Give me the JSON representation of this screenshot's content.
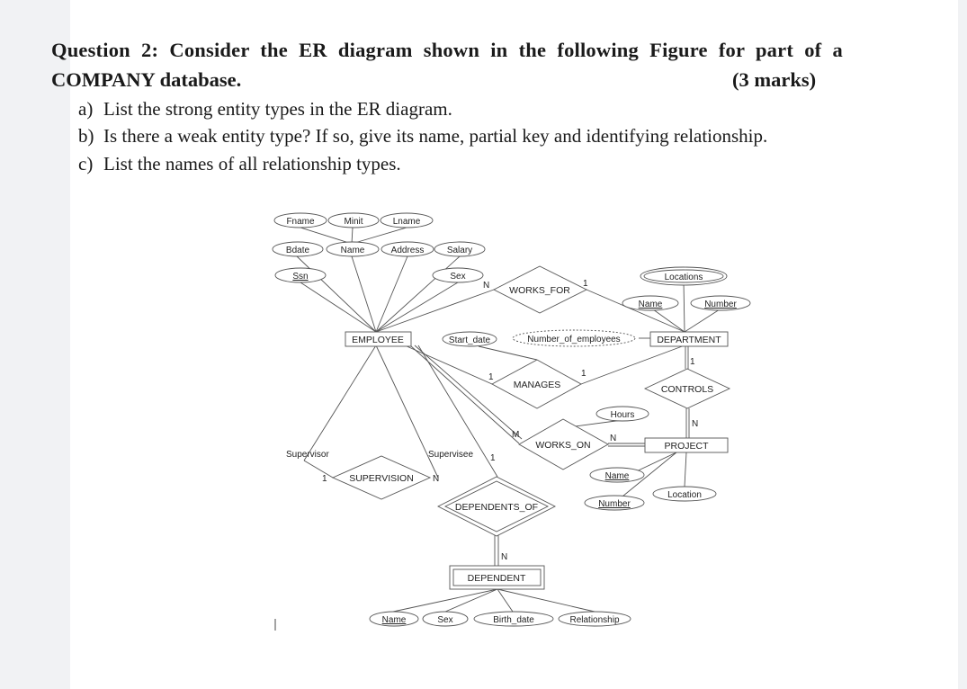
{
  "question": {
    "title_line1": "Question 2: Consider the ER diagram shown in the following Figure for part of a",
    "title_line2": "COMPANY database.",
    "marks": "(3 marks)",
    "items": [
      {
        "label": "a)",
        "text": "List the strong entity types in the ER diagram."
      },
      {
        "label": "b)",
        "text": "Is there a weak entity type? If so, give its name, partial key and identifying relationship."
      },
      {
        "label": "c)",
        "text": "List the names of all relationship types."
      }
    ]
  },
  "diagram": {
    "entities": {
      "employee": "EMPLOYEE",
      "department": "DEPARTMENT",
      "project": "PROJECT",
      "dependent": "DEPENDENT"
    },
    "relationships": {
      "works_for": "WORKS_FOR",
      "manages": "MANAGES",
      "controls": "CONTROLS",
      "works_on": "WORKS_ON",
      "supervision": "SUPERVISION",
      "dependents_of": "DEPENDENTS_OF"
    },
    "attributes": {
      "fname": "Fname",
      "minit": "Minit",
      "lname": "Lname",
      "bdate": "Bdate",
      "emp_name": "Name",
      "address": "Address",
      "salary": "Salary",
      "ssn": "Ssn",
      "emp_sex": "Sex",
      "start_date": "Start_date",
      "number_of_employees": "Number_of_employees",
      "locations": "Locations",
      "dept_name": "Name",
      "dept_number": "Number",
      "hours": "Hours",
      "proj_name": "Name",
      "proj_number": "Number",
      "location": "Location",
      "dep_name": "Name",
      "dep_sex": "Sex",
      "birth_date": "Birth_date",
      "relationship": "Relationship"
    },
    "roles": {
      "supervisor": "Supervisor",
      "supervisee": "Supervisee"
    },
    "cardinalities": {
      "works_for_emp": "N",
      "works_for_dept": "1",
      "manages_emp": "1",
      "manages_dept": "1",
      "controls_dept": "1",
      "controls_proj": "N",
      "works_on_emp": "M",
      "works_on_proj": "N",
      "supervision_supervisor": "1",
      "supervision_supervisee": "N",
      "dependents_of_emp": "1",
      "dependents_of_dep": "N"
    }
  }
}
